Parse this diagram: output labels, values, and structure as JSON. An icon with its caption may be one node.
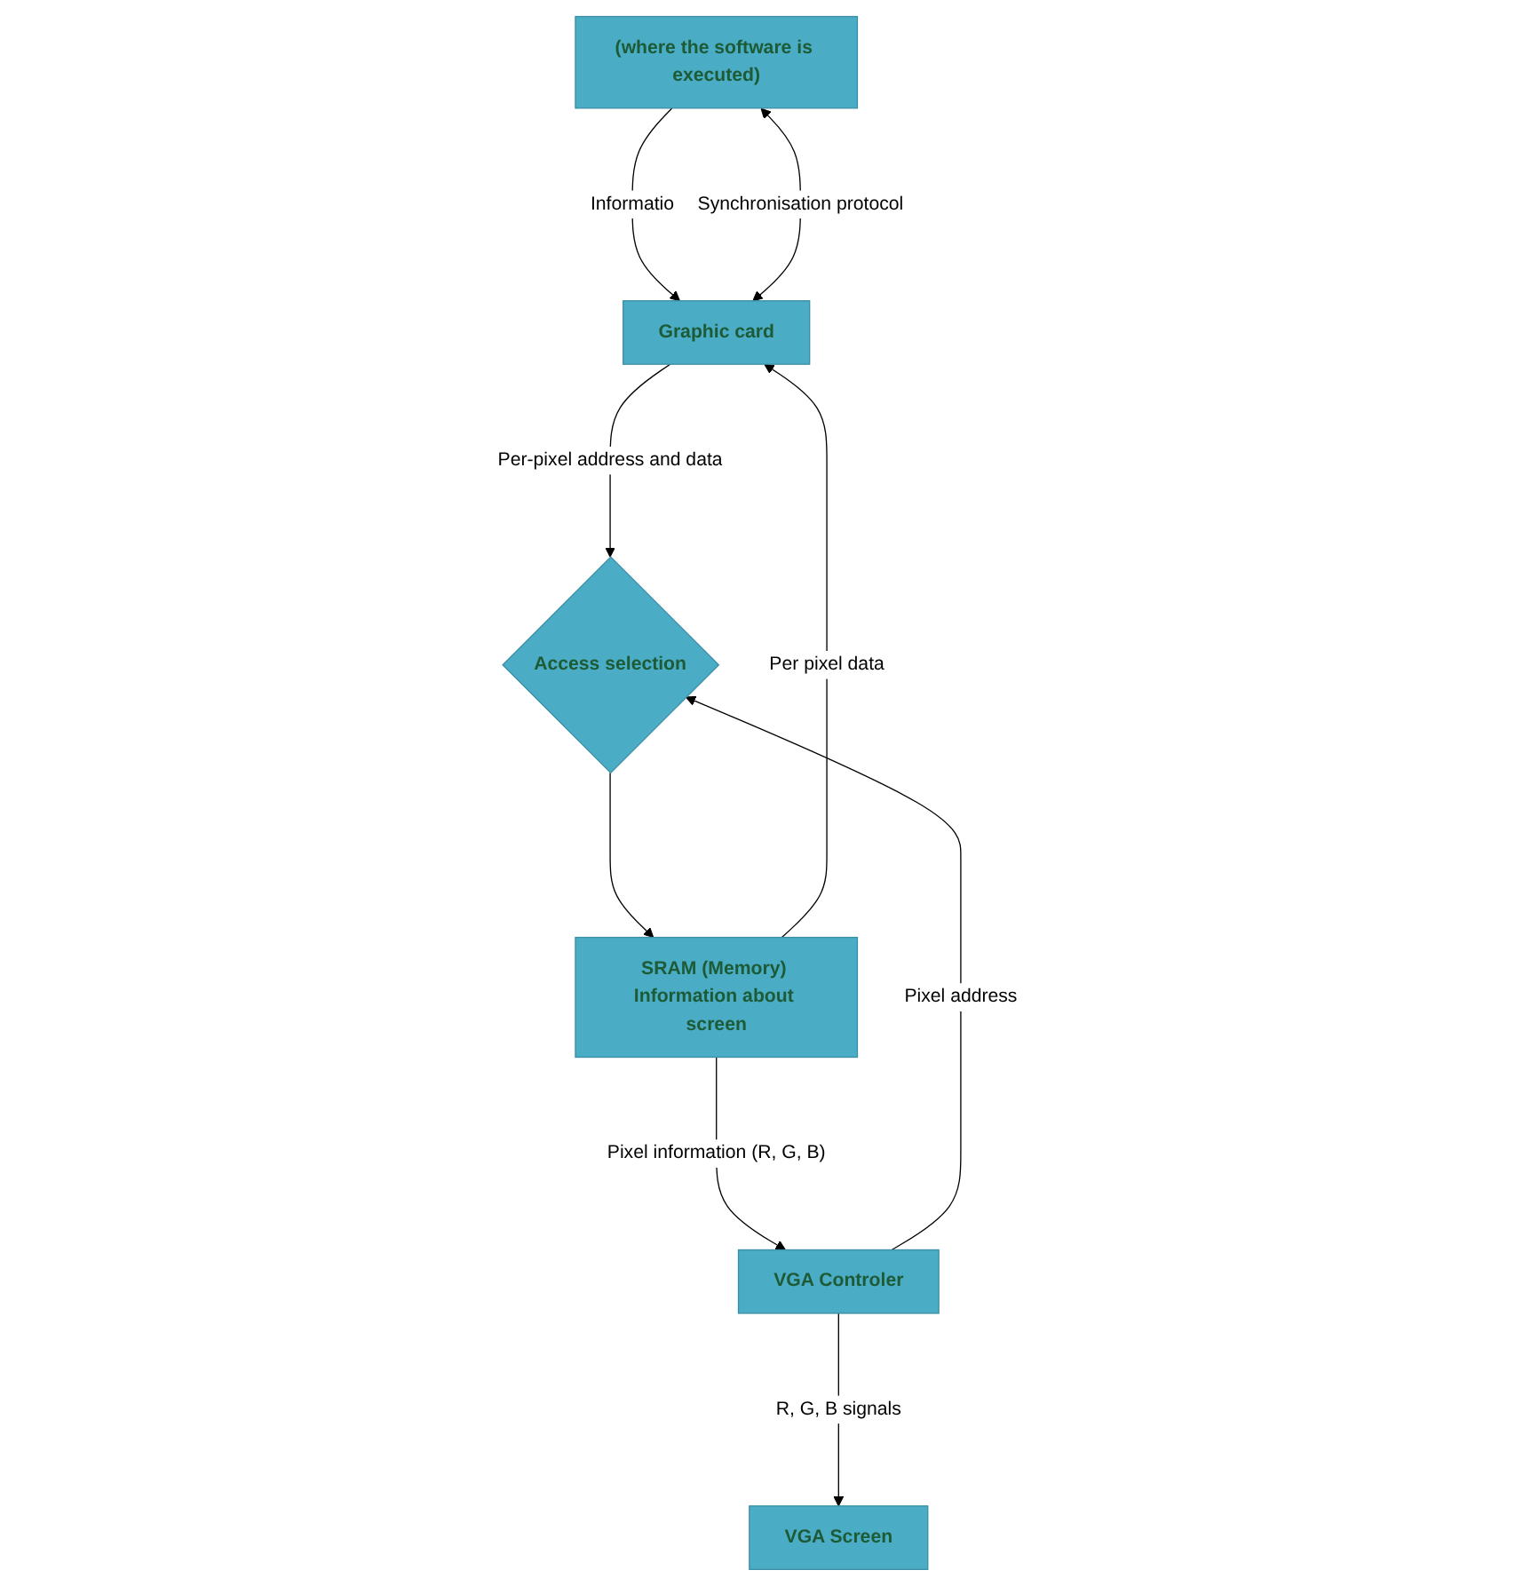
{
  "diagram": {
    "nodes": [
      {
        "text": [
          "(where the software is executed)"
        ]
      },
      {
        "text": [
          "VGA Screen"
        ]
      },
      {
        "text": [
          "Graphic card"
        ]
      },
      {
        "text": [
          "VGA Controler"
        ]
      },
      {
        "text": [
          "Access selection"
        ]
      },
      {
        "text": [
          "SRAM (Memory) Information about screen"
        ]
      }
    ],
    "edges": [
      {
        "from": 0,
        "to": 2,
        "arrow": "to",
        "label": "Informatio"
      },
      {
        "from": 0,
        "to": 2,
        "arrow": "both",
        "label": "Synchronisation protocol"
      },
      {
        "from": 3,
        "to": 1,
        "arrow": "to",
        "label": "R, G, B signals"
      },
      {
        "from": 2,
        "to": 4,
        "arrow": "to",
        "label": "Per-pixel address and data"
      },
      {
        "from": 3,
        "to": 4,
        "arrow": "to",
        "label": "Pixel address"
      },
      {
        "from": 4,
        "to": 5,
        "arrow": "to"
      },
      {
        "from": 5,
        "to": 2,
        "arrow": "to",
        "label": "Per pixel data"
      },
      {
        "from": 5,
        "to": 3,
        "arrow": "to",
        "label": "Pixel information (R, G, B)"
      }
    ]
  }
}
